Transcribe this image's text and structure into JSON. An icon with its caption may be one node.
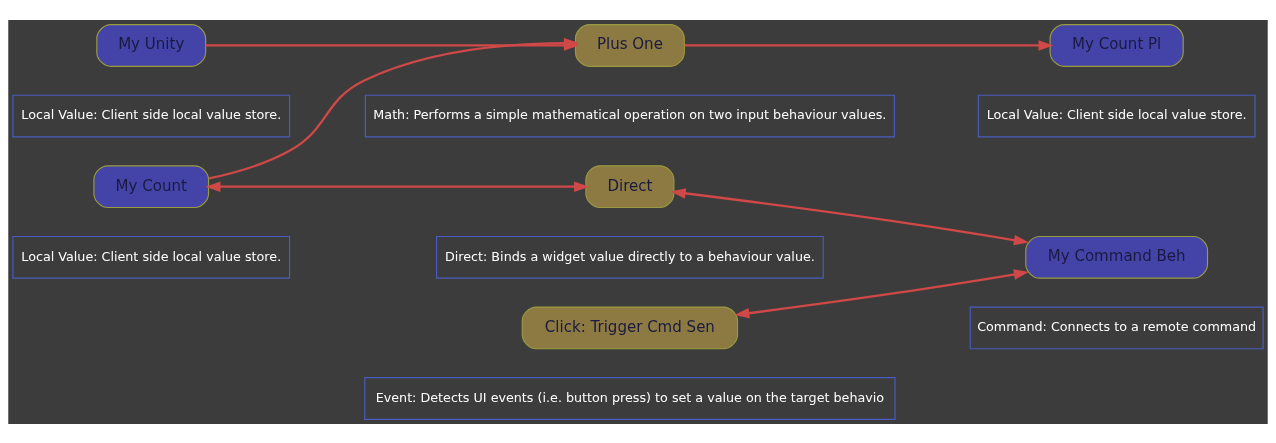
{
  "diagram": {
    "nodes": [
      {
        "text": [
          "My Unity"
        ],
        "beside": [
          "Local Value: Client side local value store."
        ]
      },
      {
        "text": [
          "My Count Pl"
        ],
        "beside": [
          "Local Value: Client side local value store."
        ]
      },
      {
        "text": [
          "Plus One"
        ],
        "beside": [
          "Math: Performs a simple mathematical operation on two input behaviour values."
        ]
      },
      {
        "text": [
          "My Count"
        ],
        "beside": [
          "Local Value: Client side local value store."
        ]
      },
      {
        "text": [
          "Click: Trigger Cmd Sen"
        ],
        "beside": [
          "Event: Detects UI events (i.e. button press) to set a value on the target behavio"
        ]
      },
      {
        "text": [
          "Direct"
        ],
        "beside": [
          "Direct: Binds a widget value directly to a behaviour value."
        ]
      },
      {
        "text": [
          "My Command Beh"
        ],
        "beside": [
          "Command: Connects to a remote command"
        ]
      }
    ],
    "edges": [
      {
        "from": 0,
        "to": 2,
        "arrow": "to"
      },
      {
        "from": 2,
        "to": 1,
        "arrow": "to"
      },
      {
        "from": 3,
        "to": 2,
        "arrow": "to"
      },
      {
        "from": 3,
        "to": 5,
        "arrow": "both"
      },
      {
        "from": 5,
        "to": 6,
        "arrow": "both"
      },
      {
        "from": 4,
        "to": 6,
        "arrow": "both"
      }
    ]
  }
}
